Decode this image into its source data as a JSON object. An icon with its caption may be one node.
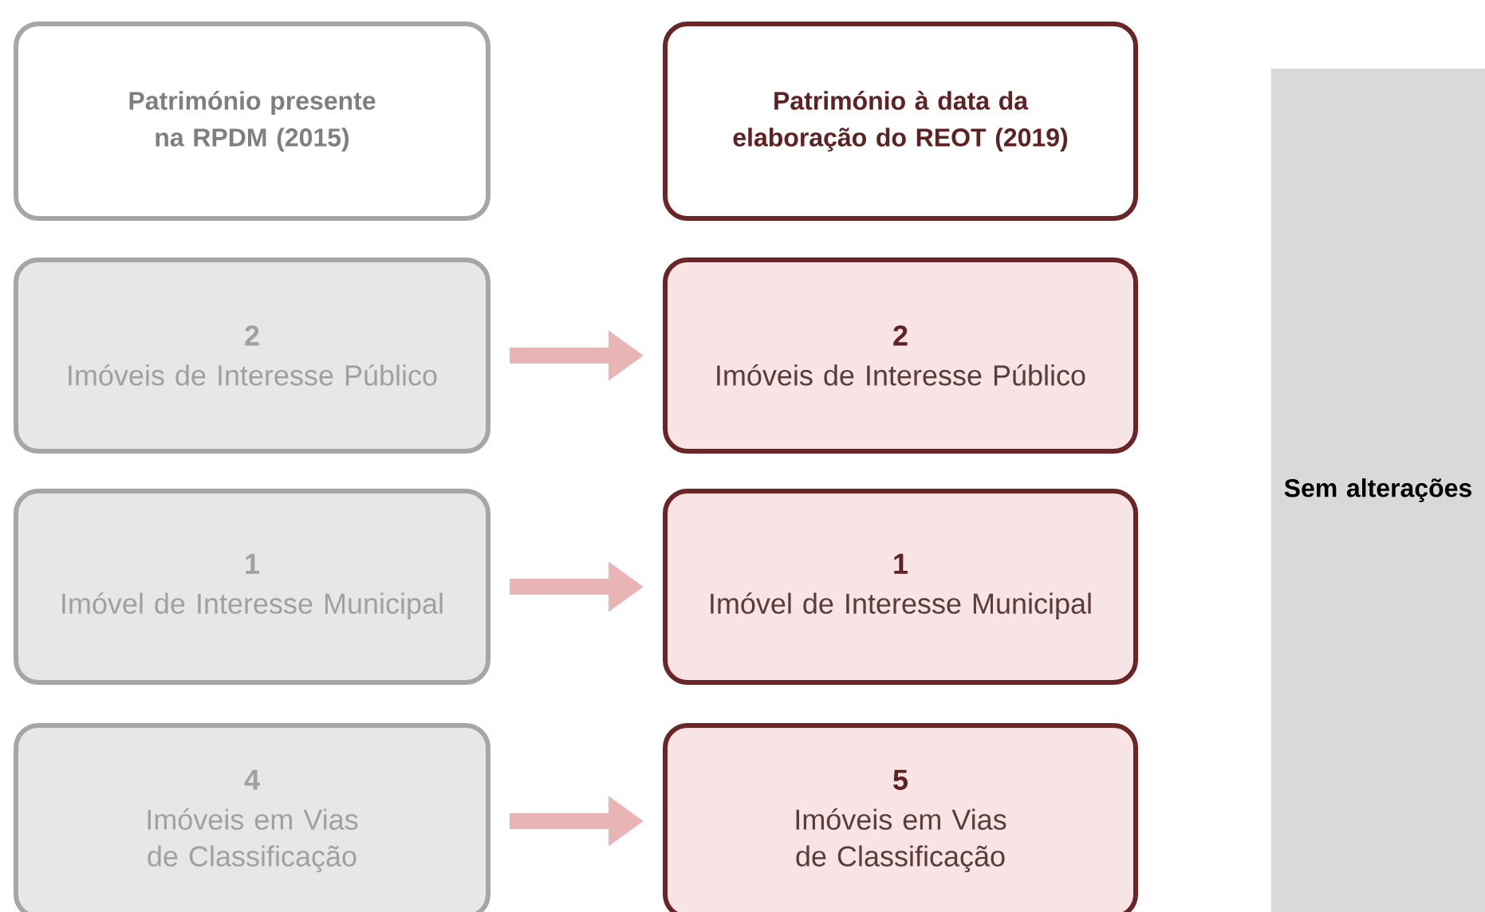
{
  "diagram": {
    "nodes": [
      {
        "text": [
          "Património presente na RPDM (2015)"
        ]
      },
      {
        "text": [
          "Património à data da elaboração do REOT (2019)"
        ]
      },
      {
        "text": [
          "2",
          "Imóveis de Interesse Público"
        ]
      },
      {
        "text": [
          "2",
          "Imóveis de Interesse Público"
        ]
      },
      {
        "text": [
          "1",
          "Imóvel de Interesse Municipal"
        ]
      },
      {
        "text": [
          "1",
          "Imóvel de Interesse Municipal"
        ]
      },
      {
        "text": [
          "4",
          "Imóveis em Vias de Classificação"
        ]
      },
      {
        "text": [
          "5",
          "Imóveis em Vias de Classificação"
        ]
      },
      {
        "text": [
          "Sem alterações"
        ]
      }
    ],
    "edges": [
      {
        "from": 2,
        "to": 3,
        "arrow": "to"
      },
      {
        "from": 4,
        "to": 5,
        "arrow": "to"
      },
      {
        "from": 6,
        "to": 7,
        "arrow": "to"
      }
    ]
  }
}
